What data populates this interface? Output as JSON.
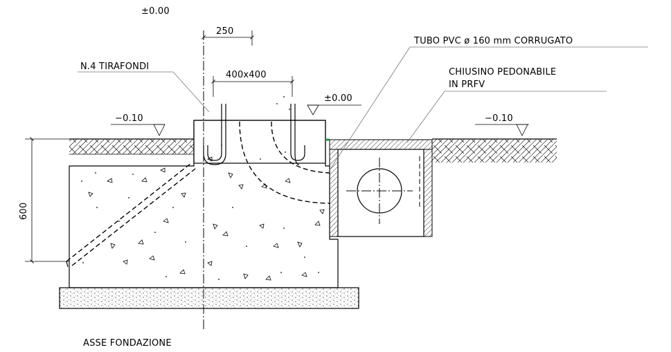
{
  "labels": {
    "top_level": "±0.00",
    "dim_250": "250",
    "tirafondi": "N.4 TIRAFONDI",
    "dim_plinth": "400x400",
    "plinth_level": "±0.00",
    "ground_left": "−0.10",
    "ground_right": "−0.10",
    "tubo": "TUBO PVC ø 160 mm CORRUGATO",
    "chiusino_line1": "CHIUSINO PEDONABILE",
    "chiusino_line2": "IN PRFV",
    "dim_600": "600",
    "asse": "ASSE FONDAZIONE"
  },
  "colors": {
    "line": "#000000",
    "leader": "#777777",
    "accent": "#2e8b57"
  }
}
